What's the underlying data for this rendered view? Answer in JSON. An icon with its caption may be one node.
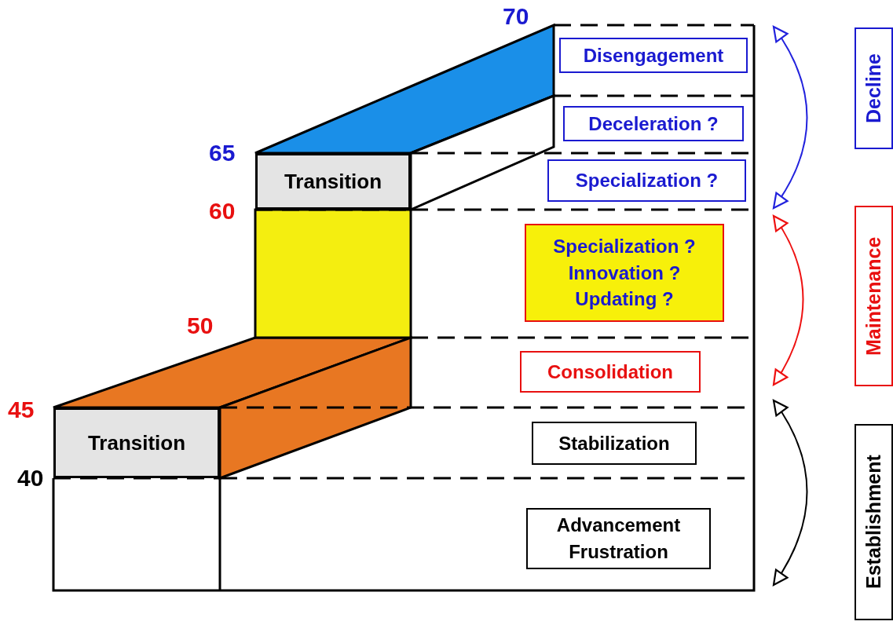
{
  "diagram": {
    "nodes": [
      {
        "text": [
          "Disengagement"
        ]
      },
      {
        "text": [
          "Deceleration ?"
        ]
      },
      {
        "text": [
          "Transition"
        ]
      },
      {
        "text": [
          "Specialization ?"
        ]
      },
      {
        "text": [
          "Specialization ? Innovation ? Updating ?"
        ]
      },
      {
        "text": [
          "Consolidation"
        ]
      },
      {
        "text": [
          "Transition"
        ]
      },
      {
        "text": [
          "Stabilization"
        ]
      },
      {
        "text": [
          "Advancement Frustration"
        ]
      },
      {
        "text": [
          "Decline"
        ]
      },
      {
        "text": [
          "Maintenance"
        ]
      },
      {
        "text": [
          "Establishment"
        ]
      }
    ],
    "labels": [
      "70",
      "65",
      "60",
      "50",
      "45",
      "40"
    ]
  }
}
